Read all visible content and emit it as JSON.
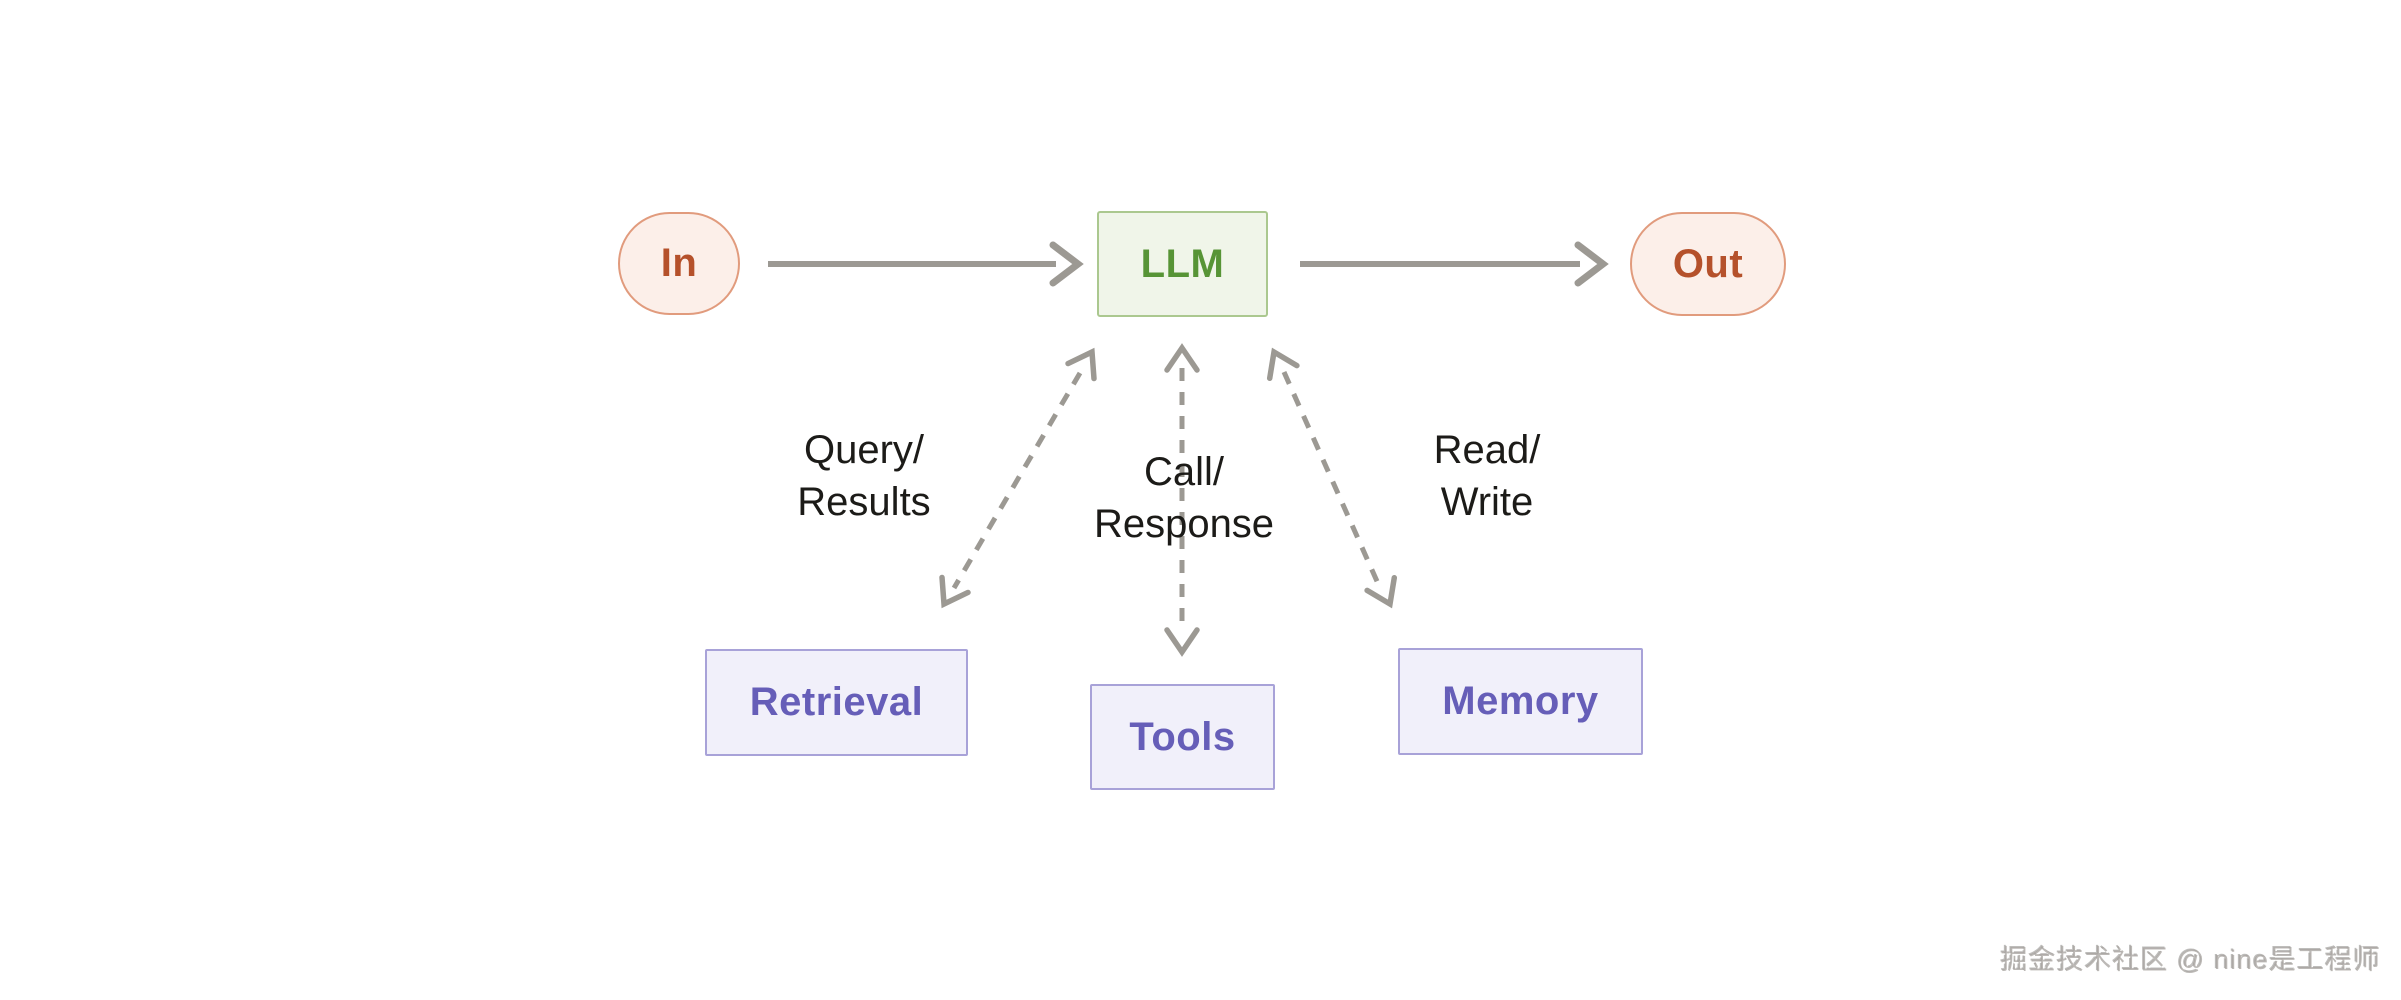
{
  "nodes": {
    "in": {
      "label": "In"
    },
    "llm": {
      "label": "LLM"
    },
    "out": {
      "label": "Out"
    },
    "retrieval": {
      "label": "Retrieval"
    },
    "tools": {
      "label": "Tools"
    },
    "memory": {
      "label": "Memory"
    }
  },
  "edge_labels": {
    "retrieval": {
      "line1": "Query/",
      "line2": "Results"
    },
    "tools": {
      "line1": "Call/",
      "line2": "Response"
    },
    "memory": {
      "line1": "Read/",
      "line2": "Write"
    }
  },
  "edges": [
    {
      "from": "in",
      "to": "llm",
      "style": "solid",
      "direction": "one-way"
    },
    {
      "from": "llm",
      "to": "out",
      "style": "solid",
      "direction": "one-way"
    },
    {
      "from": "llm",
      "to": "retrieval",
      "style": "dashed",
      "direction": "two-way",
      "label": "Query/Results"
    },
    {
      "from": "llm",
      "to": "tools",
      "style": "dashed",
      "direction": "two-way",
      "label": "Call/Response"
    },
    {
      "from": "llm",
      "to": "memory",
      "style": "dashed",
      "direction": "two-way",
      "label": "Read/Write"
    }
  ],
  "watermark": {
    "text": "掘金技术社区 @ nine是工程师"
  },
  "colors": {
    "background": "#ffffff",
    "io_fill": "#fcefe9",
    "io_border": "#e19b7d",
    "io_text": "#b5512b",
    "llm_fill": "#f0f5e9",
    "llm_border": "#abc88f",
    "llm_text": "#579436",
    "module_fill": "#f1f0fa",
    "module_border": "#a8a2d8",
    "module_text": "#665eb8",
    "arrow": "#9c9993",
    "label_text": "#1c1b18"
  }
}
